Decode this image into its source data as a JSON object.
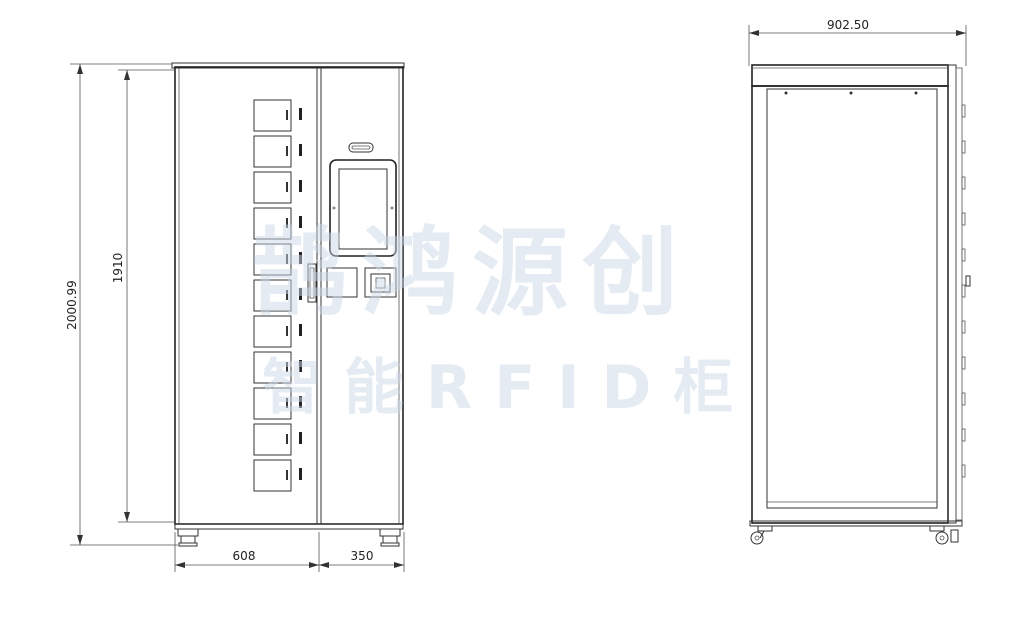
{
  "front_view": {
    "dimensions": {
      "overall_height": "2000.99",
      "body_height": "1910",
      "left_width": "608",
      "right_width": "350"
    },
    "locker_doors": 11
  },
  "side_view": {
    "dimensions": {
      "depth": "902.50"
    },
    "side_tabs": 11
  },
  "watermark": {
    "line1": "鹊鸿源创",
    "line2": "智能RFID柜"
  },
  "colors": {
    "line": "#333333",
    "watermark": "#c9d7e6",
    "background": "#ffffff"
  }
}
